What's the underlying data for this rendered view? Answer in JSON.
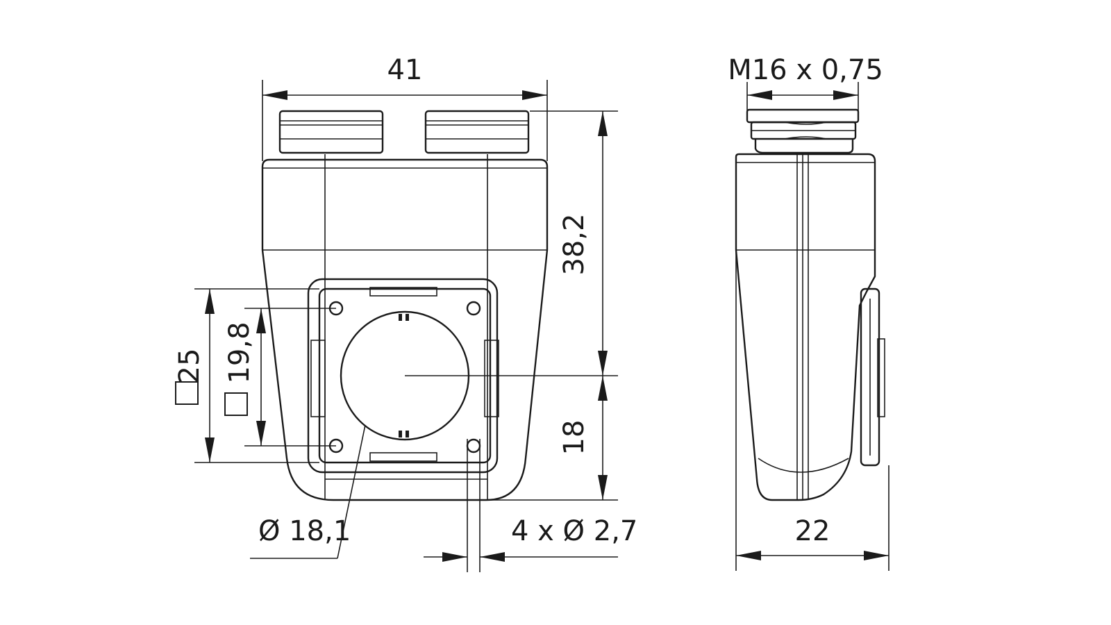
{
  "dimensions": {
    "width_overall": "41",
    "height_upper": "38,2",
    "height_lower": "18",
    "square_outer": "25",
    "square_inner": "19,8",
    "hole_diameter": "Ø 18,1",
    "mounting_holes": "4 x Ø 2,7",
    "thread": "M16 x 0,75",
    "depth": "22"
  },
  "symbols": {
    "square_symbol": "square-symbol"
  }
}
